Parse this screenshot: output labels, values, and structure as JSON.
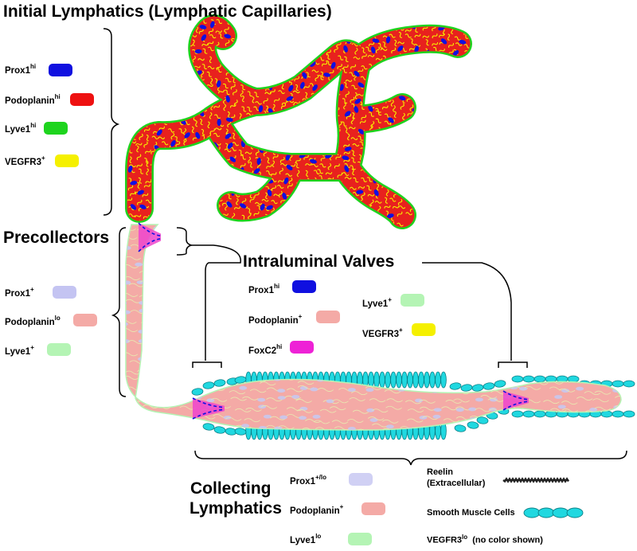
{
  "sections": {
    "initial_title": "Initial Lymphatics (Lymphatic Capillaries)",
    "precollectors_title": "Precollectors",
    "valves_title": "Intraluminal Valves",
    "collecting_title_line1": "Collecting",
    "collecting_title_line2": "Lymphatics"
  },
  "initial_markers": [
    {
      "name": "Prox1",
      "sup": "hi",
      "color": "#1010e0"
    },
    {
      "name": "Podoplanin",
      "sup": "hi",
      "color": "#ee1111"
    },
    {
      "name": "Lyve1",
      "sup": "hi",
      "color": "#1ed41e"
    },
    {
      "name": "VEGFR3",
      "sup": "+",
      "color": "#f5f000"
    }
  ],
  "precollector_markers": [
    {
      "name": "Prox1",
      "sup": "+",
      "color": "#c4c4f2"
    },
    {
      "name": "Podoplanin",
      "sup": "lo",
      "color": "#f4aaa6"
    },
    {
      "name": "Lyve1",
      "sup": "+",
      "color": "#b4f4b4"
    }
  ],
  "valve_markers_left": [
    {
      "name": "Prox1",
      "sup": "hi",
      "color": "#1010e0"
    },
    {
      "name": "Podoplanin",
      "sup": "+",
      "color": "#f4aaa6"
    },
    {
      "name": "FoxC2",
      "sup": "hi",
      "color": "#ee22d6"
    }
  ],
  "valve_markers_right": [
    {
      "name": "Lyve1",
      "sup": "+",
      "color": "#b4f4b4"
    },
    {
      "name": "VEGFR3",
      "sup": "+",
      "color": "#f5f000"
    }
  ],
  "collecting_markers": [
    {
      "name": "Prox1",
      "sup": "+/lo",
      "color": "#d0d0f4"
    },
    {
      "name": "Podoplanin",
      "sup": "+",
      "color": "#f4aaa6"
    },
    {
      "name": "Lyve1",
      "sup": "lo",
      "color": "#b4f4b4"
    }
  ],
  "legend": {
    "reelin_line1": "Reelin",
    "reelin_line2": "(Extracellular)",
    "smooth_muscle": "Smooth Muscle Cells",
    "vegfr3_name": "VEGFR3",
    "vegfr3_sup": "lo",
    "vegfr3_note": "(no color shown)"
  },
  "colors": {
    "capillary_fill": "#e8211e",
    "capillary_border": "#1ed41e",
    "capillary_dots": "#1010e0",
    "capillary_squiggle": "#f5f000",
    "vessel_fill": "#f4aaa6",
    "vessel_nuclei": "#c8c8f0",
    "vessel_border": "#b4f4b4",
    "valve_fill": "#ee44cc",
    "valve_dash": "#1010e0",
    "smooth_muscle": "#20d8e0",
    "smooth_muscle_border": "#0a7f86",
    "reelin": "#222222"
  }
}
